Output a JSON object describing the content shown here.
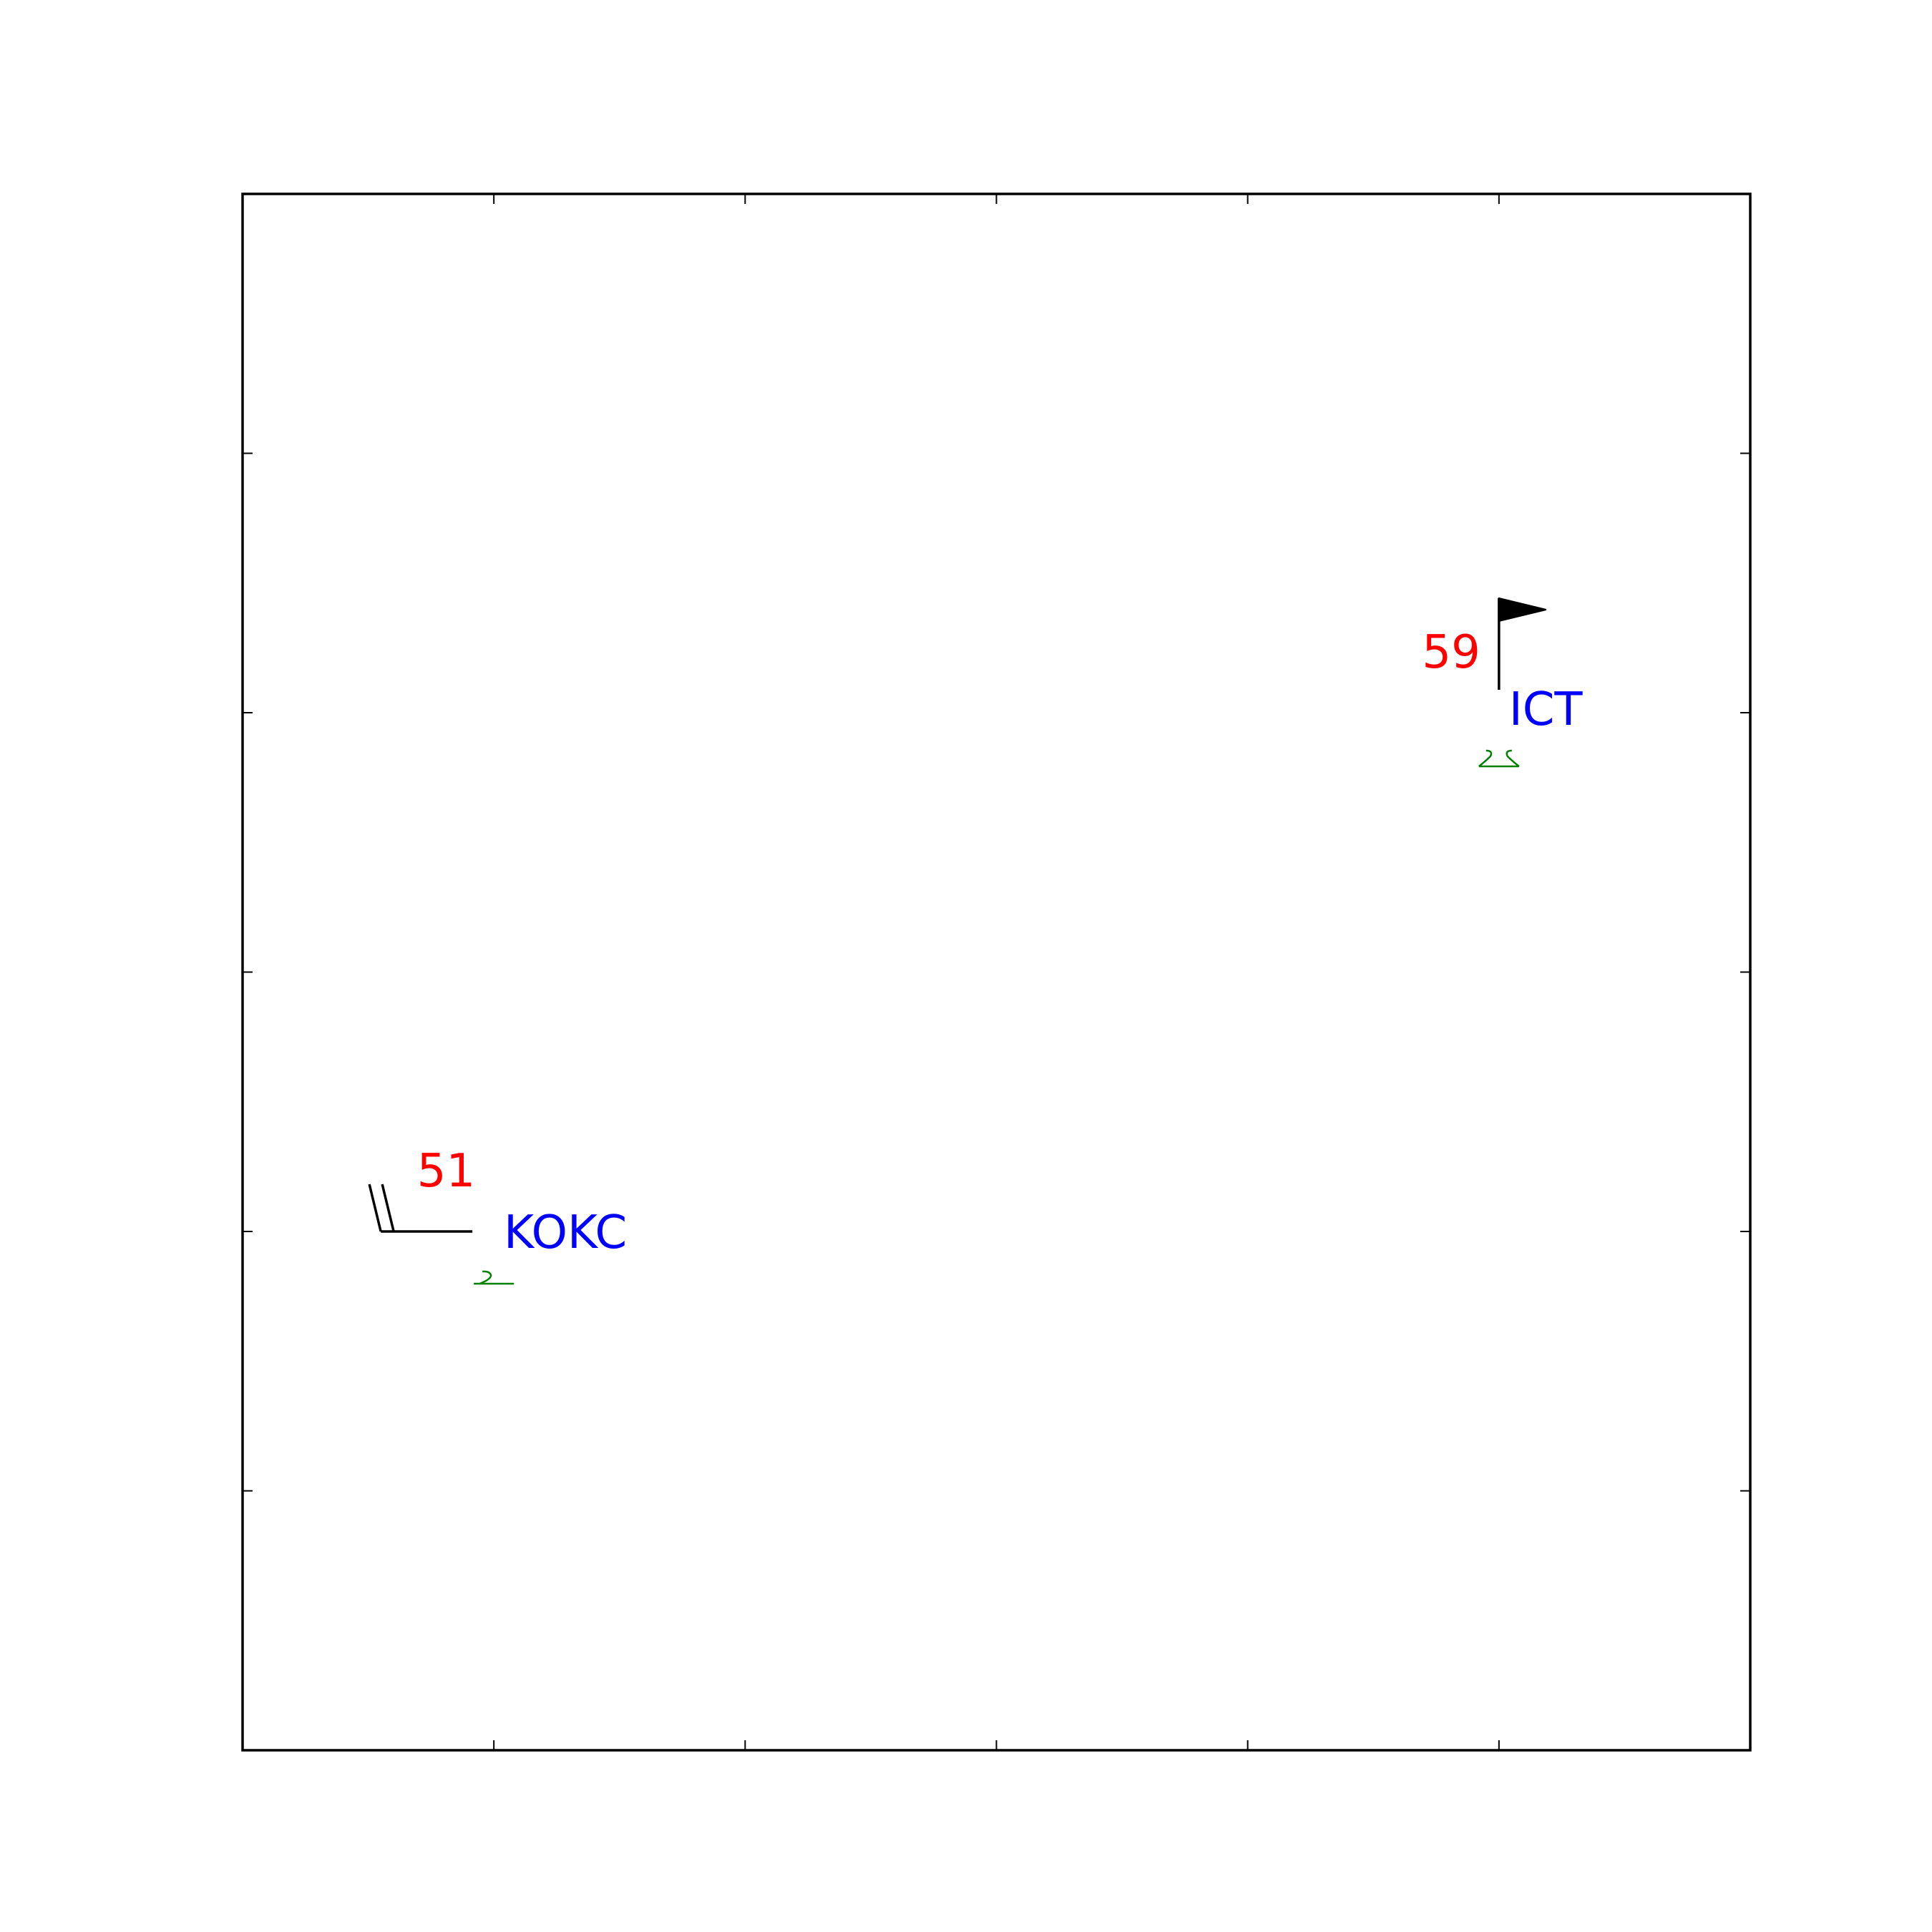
{
  "colors": {
    "temperature": "#ff0000",
    "station_id": "#0000ff",
    "present_weather": "#008000",
    "wind_barb": "#000000",
    "axes": "#000000",
    "background": "#ffffff"
  },
  "chart_data": {
    "type": "station-plot",
    "title": "",
    "xlabel": "",
    "ylabel": "",
    "tick_labels_shown": false,
    "grid": false,
    "xlim": [
      0,
      6
    ],
    "ylim": [
      0,
      6
    ],
    "x_ticks": [
      1,
      2,
      3,
      4,
      5
    ],
    "y_ticks": [
      1,
      2,
      3,
      4,
      5
    ],
    "stations": [
      {
        "id": "ICT",
        "x": 5,
        "y": 4,
        "temperature": "59",
        "wind_speed_kt": 50,
        "wind_from_deg": 0,
        "present_weather_icon": "double-symbol"
      },
      {
        "id": "KOKC",
        "x": 1,
        "y": 2,
        "temperature": "51",
        "wind_speed_kt": 20,
        "wind_from_deg": 90,
        "present_weather_icon": "single-symbol"
      }
    ]
  }
}
